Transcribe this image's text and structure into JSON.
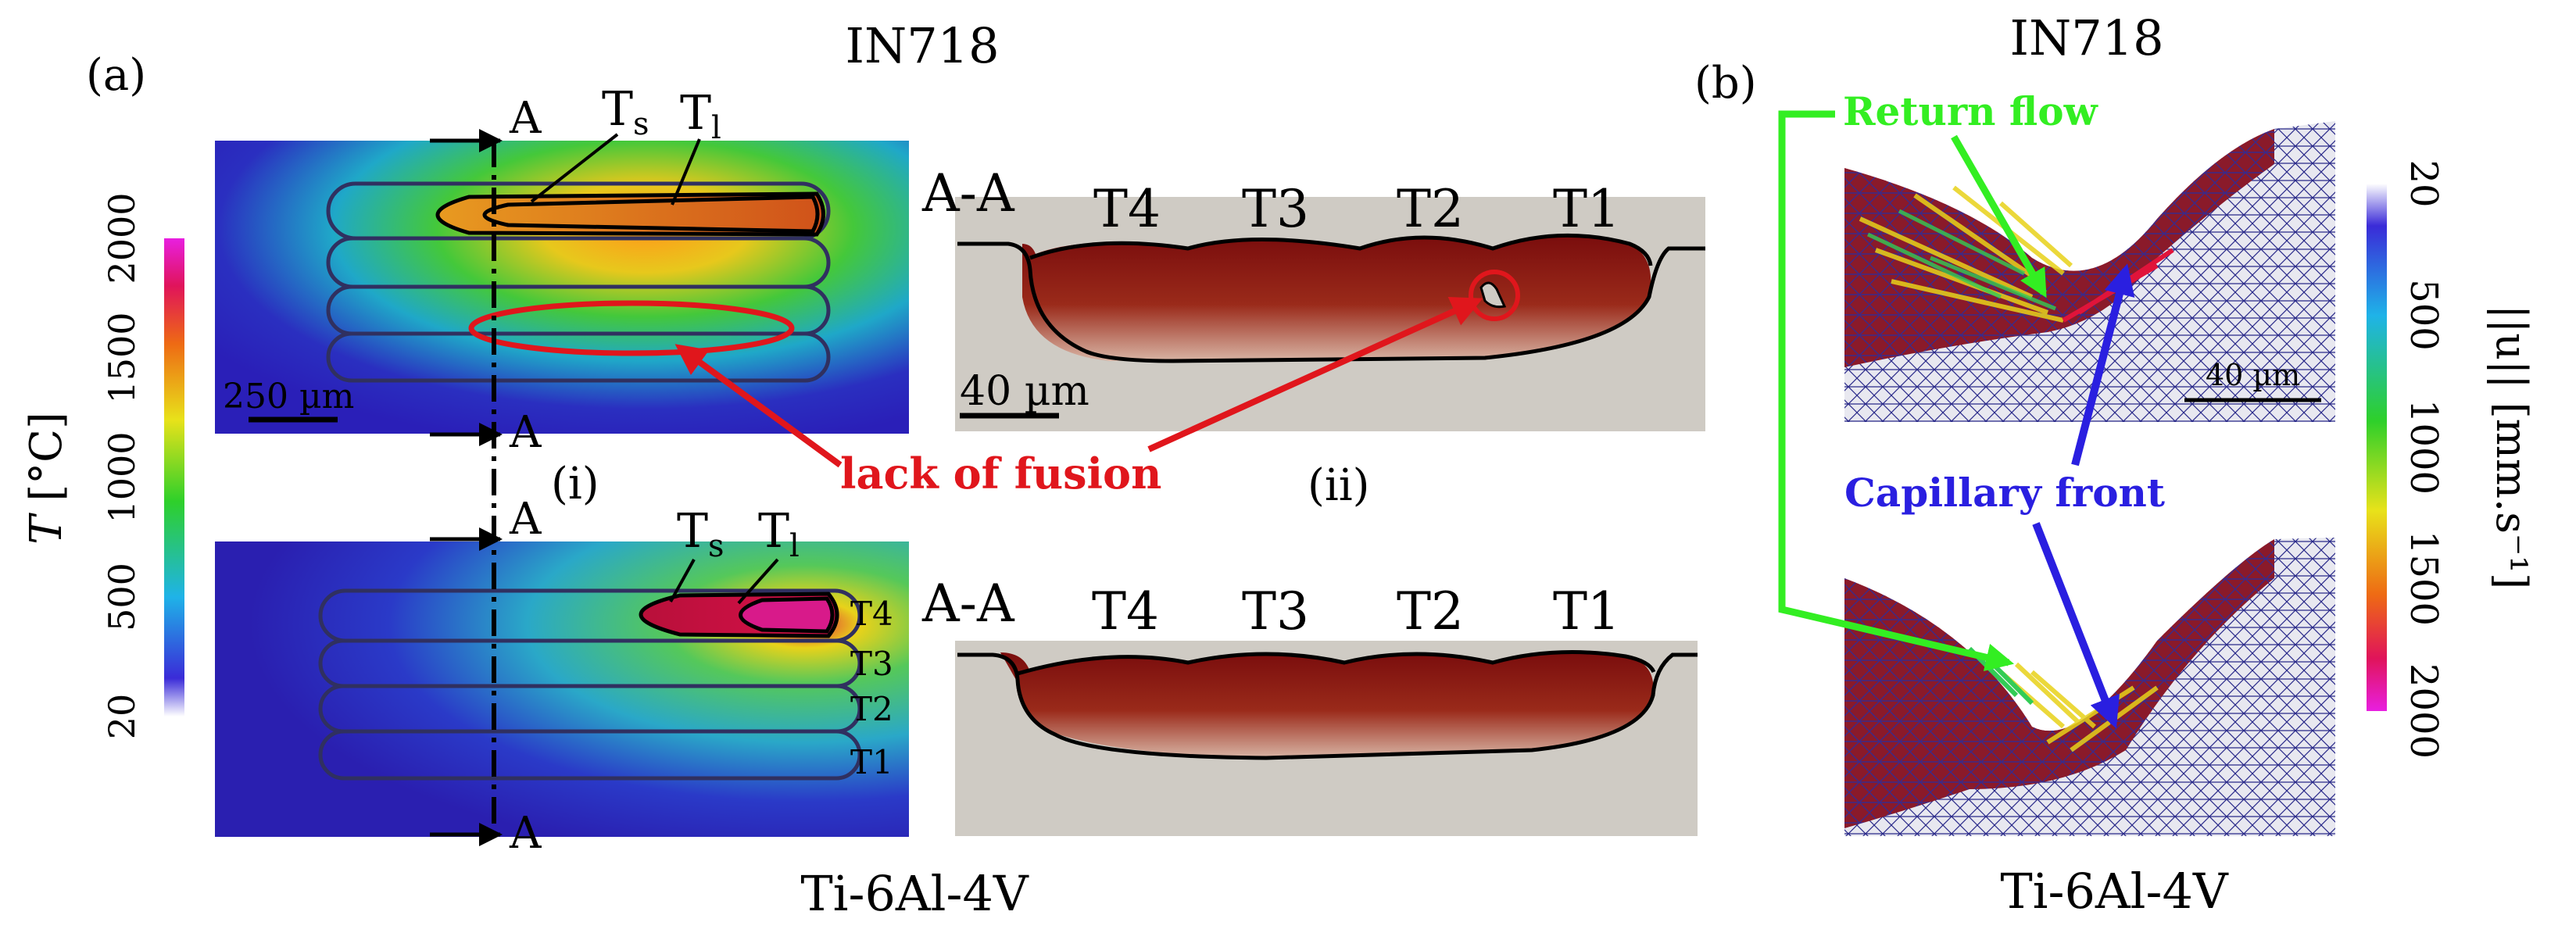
{
  "panel_a": {
    "label": "(a)",
    "title_top": "IN718",
    "title_bottom": "Ti-6Al-4V",
    "sub_i": "(i)",
    "sub_ii": "(ii)",
    "section_mark": "A",
    "section_label": "A-A",
    "solidus_label": "T",
    "solidus_sub": "s",
    "liquidus_label": "T",
    "liquidus_sub": "l",
    "scale_top": "250 µm",
    "scale_cross": "40 µm",
    "track_labels_cross": [
      "T4",
      "T3",
      "T2",
      "T1"
    ],
    "track_labels_side": [
      "T4",
      "T3",
      "T2",
      "T1"
    ],
    "lack_of_fusion": "lack of fusion",
    "colorbar": {
      "label_italic": "T",
      "label_rest": " [°C]",
      "ticks": [
        "20",
        "500",
        "1000",
        "1500",
        "2000"
      ],
      "tick_values": [
        20,
        500,
        1000,
        1500,
        2000
      ],
      "range": [
        20,
        2000
      ]
    }
  },
  "panel_b": {
    "label": "(b)",
    "title_top": "IN718",
    "title_bottom": "Ti-6Al-4V",
    "return_flow": "Return flow",
    "capillary_front": "Capillary front",
    "scale": "40 µm",
    "colorbar": {
      "label": "||u|| [mm.s⁻¹]",
      "ticks": [
        "20",
        "500",
        "1000",
        "1500",
        "2000"
      ],
      "tick_values": [
        20,
        500,
        1000,
        1500,
        2000
      ],
      "range": [
        20,
        2000
      ]
    }
  },
  "colors": {
    "lack_of_fusion_red": "#e0161c",
    "return_flow_green": "#33ee22",
    "capillary_blue": "#2a1fe0",
    "melt_pool_dark": "#7a1010",
    "substrate_gray": "#cfcbc4"
  }
}
